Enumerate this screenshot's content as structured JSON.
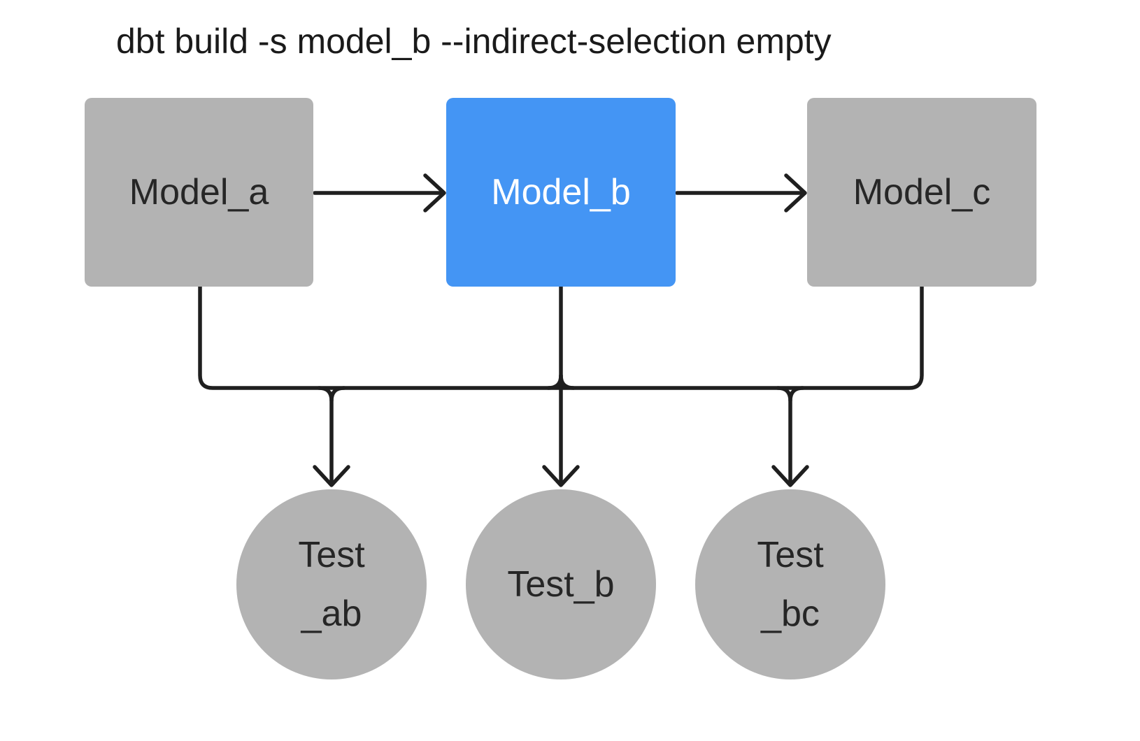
{
  "title": "dbt build -s model_b --indirect-selection empty",
  "diagram": {
    "models": [
      {
        "label": "Model_a",
        "selected": false
      },
      {
        "label": "Model_b",
        "selected": true
      },
      {
        "label": "Model_c",
        "selected": false
      }
    ],
    "tests": [
      {
        "label": "Test_ab",
        "line1": "Test",
        "line2": "_ab"
      },
      {
        "label": "Test_b",
        "line1": "Test_b",
        "line2": ""
      },
      {
        "label": "Test_bc",
        "line1": "Test",
        "line2": "_bc"
      }
    ],
    "edges": [
      {
        "from": "Model_a",
        "to": "Model_b"
      },
      {
        "from": "Model_b",
        "to": "Model_c"
      },
      {
        "from": "Model_a",
        "to": "Test_ab"
      },
      {
        "from": "Model_b",
        "to": "Test_ab"
      },
      {
        "from": "Model_b",
        "to": "Test_b"
      },
      {
        "from": "Model_b",
        "to": "Test_bc"
      },
      {
        "from": "Model_c",
        "to": "Test_bc"
      }
    ],
    "colors": {
      "selected_node": "#4495F4",
      "node": "#B3B3B3",
      "edge": "#1F1F1F",
      "selected_text": "#FFFFFF",
      "node_text": "#262626",
      "title_text": "#1A1A1A",
      "background": "#FFFFFF"
    }
  }
}
